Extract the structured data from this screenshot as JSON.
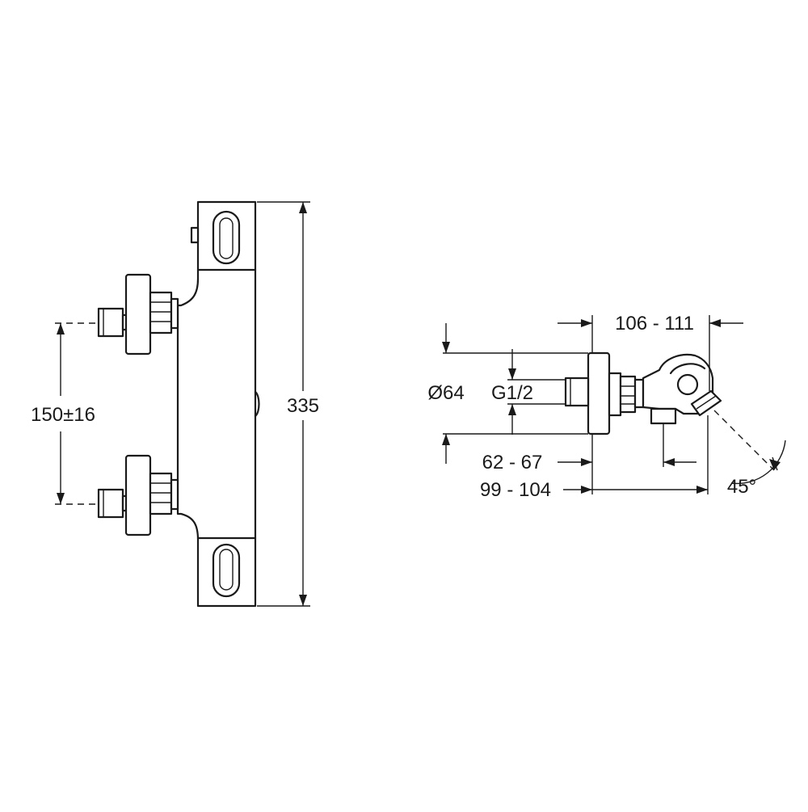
{
  "diagram": {
    "front_view": {
      "dim_height": "335",
      "dim_inlet_spacing": "150±16"
    },
    "side_view": {
      "dim_top_depth": "106 - 111",
      "dim_diameter": "Ø64",
      "dim_thread": "G1/2",
      "dim_depth_inner": "62 - 67",
      "dim_depth_outer": "99 - 104",
      "dim_angle": "45°"
    }
  }
}
